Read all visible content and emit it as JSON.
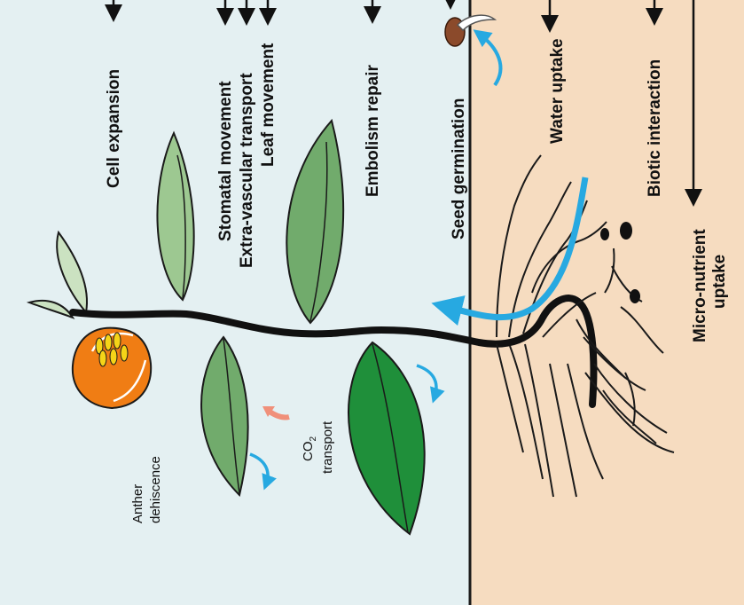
{
  "colors": {
    "air_bg": "#e4f0f2",
    "soil_bg": "#f6dcc0",
    "divider": "#1a1a1a",
    "stem": "#111111",
    "water_arrow": "#27a9e1",
    "co2_arrow": "#f0907a",
    "leaf_dark": "#1f8f3a",
    "leaf_mid": "#71ab6c",
    "leaf_light": "#9dc891",
    "leaf_pale": "#cbe2c1",
    "flower": "#f07d14",
    "anther": "#f5d418",
    "seed": "#8b4a2b"
  },
  "labels": {
    "cell_expansion": "Cell expansion",
    "stomatal_movement": "Stomatal movement",
    "extra_vascular_transport": "Extra-vascular transport",
    "leaf_movement": "Leaf movement",
    "embolism_repair": "Embolism repair",
    "seed_germination": "Seed germination",
    "water_uptake": "Water uptake",
    "biotic_interaction": "Biotic interaction",
    "micro_nutrient_line1": "Micro-nutrient",
    "micro_nutrient_line2": "uptake",
    "anther_line1": "Anther",
    "anther_line2": "dehiscence",
    "co2_main": "CO",
    "co2_sub": "2",
    "co2_line2": "transport"
  }
}
